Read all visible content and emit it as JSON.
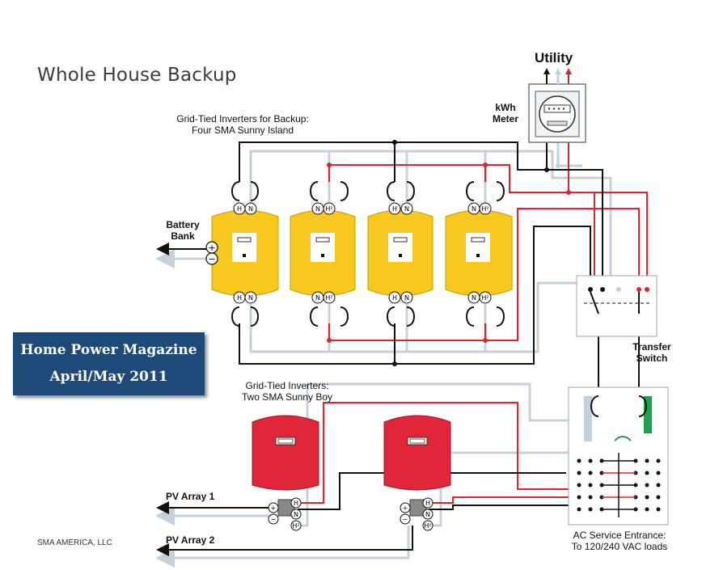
{
  "title": "Whole House Backup",
  "utility_label": "Utility",
  "meter_label": [
    "kWh",
    "Meter"
  ],
  "backup_inverters_label": [
    "Grid-Tied Inverters for Backup:",
    "Four SMA Sunny Island"
  ],
  "battery_label": [
    "Battery",
    "Bank"
  ],
  "transfer_switch_label": [
    "Transfer",
    "Switch"
  ],
  "grid_tied_label": [
    "Grid-Tied Inverters:",
    "Two SMA Sunny Boy"
  ],
  "pv_array_1": "PV Array 1",
  "pv_array_2": "PV Array 2",
  "ac_service_label": [
    "AC Service Entrance:",
    "To 120/240 VAC loads"
  ],
  "badge": {
    "line1": "Home Power Magazine",
    "line2": "April/May 2011"
  },
  "credit": "SMA AMERICA, LLC",
  "terminal_labels": {
    "hot": "H",
    "hot2": "H²",
    "neutral": "N",
    "plus": "+",
    "minus": "−"
  },
  "colors": {
    "hot1": "#111111",
    "hot2": "#e0242b",
    "neutral": "#c4d1dc",
    "sunny_island": "#f7c81e",
    "sunny_boy": "#e1263a",
    "badge": "#1e4a7a",
    "ground": "#1aa34a"
  }
}
